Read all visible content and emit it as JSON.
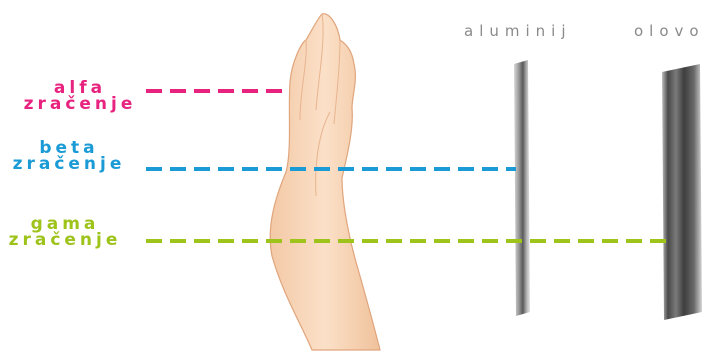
{
  "radiation": {
    "alpha": {
      "word": "alfa",
      "suffix": "zračenje",
      "color": "#e8237f"
    },
    "beta": {
      "word": "beta",
      "suffix": "zračenje",
      "color": "#1a9bd6"
    },
    "gamma": {
      "word": "gama",
      "suffix": "zračenje",
      "color": "#9ec31b"
    }
  },
  "materials": {
    "aluminium": "aluminij",
    "lead": "olovo"
  },
  "icons": [
    "hand-icon",
    "aluminium-plate-icon",
    "lead-plate-icon"
  ]
}
